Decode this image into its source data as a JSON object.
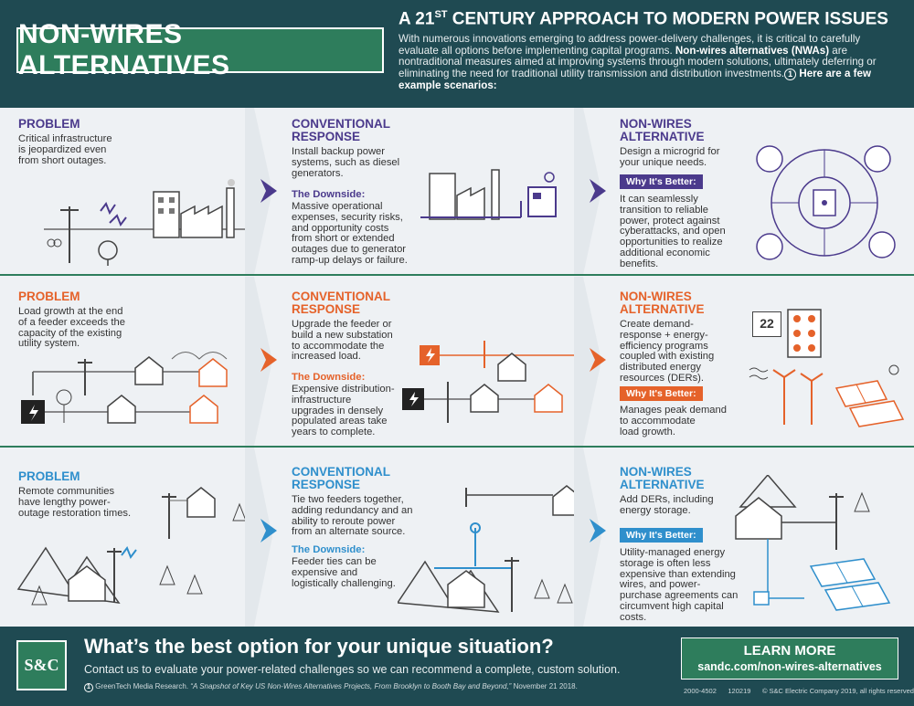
{
  "header": {
    "title": "NON-WIRES ALTERNATIVES",
    "heading_pre": "A 21",
    "heading_sup": "ST",
    "heading_post": " CENTURY APPROACH TO MODERN POWER ISSUES",
    "intro": "With numerous innovations emerging to address power-delivery challenges, it is critical to carefully evaluate all options before implementing capital programs. ",
    "intro_bold": "Non-wires alternatives (NWAs)",
    "intro_rest": " are nontraditional measures aimed at improving systems through modern solutions, ultimately deferring or eliminating the need for traditional utility transmission and distribution investments.",
    "footnote_marker": "1",
    "intro_tail": " Here are a few example scenarios:"
  },
  "colors": {
    "purple": "#4b3a8c",
    "orange": "#e5622a",
    "blue": "#2f8fcc",
    "green": "#2e7d5c",
    "navy": "#1f4a52"
  },
  "rows": [
    {
      "problem_label": "PROBLEM",
      "problem_text_lines": [
        "Critical infrastructure",
        "is jeopardized even",
        "from short outages."
      ],
      "conv_label_1": "CONVENTIONAL",
      "conv_label_2": "RESPONSE",
      "conv_text_lines": [
        "Install backup power",
        "systems, such as diesel",
        "generators."
      ],
      "downside_label": "The Downside:",
      "downside_lines": [
        "Massive operational",
        "expenses, security risks,",
        "and opportunity costs",
        "from short or extended",
        "outages due to generator",
        "ramp-up delays or failure."
      ],
      "nwa_label_1": "NON-WIRES",
      "nwa_label_2": "ALTERNATIVE",
      "nwa_text_lines": [
        "Design a microgrid for",
        "your unique needs."
      ],
      "better_label": "Why It's Better:",
      "better_lines": [
        "It can seamlessly",
        "transition to reliable",
        "power, protect against",
        "cyberattacks, and open",
        "opportunities to realize",
        "additional economic",
        "benefits."
      ]
    },
    {
      "problem_label": "PROBLEM",
      "problem_text_lines": [
        "Load growth at the end",
        "of a feeder exceeds the",
        "capacity of the existing",
        "utility system."
      ],
      "conv_label_1": "CONVENTIONAL",
      "conv_label_2": "RESPONSE",
      "conv_text_lines": [
        "Upgrade the feeder or",
        "build a new substation",
        "to accommodate the",
        "increased load."
      ],
      "downside_label": "The Downside:",
      "downside_lines": [
        "Expensive distribution-",
        "infrastructure",
        "upgrades in densely",
        "populated areas take",
        "years to complete."
      ],
      "nwa_label_1": "NON-WIRES",
      "nwa_label_2": "ALTERNATIVE",
      "nwa_text_lines": [
        "Create demand-",
        "response + energy-",
        "efficiency programs",
        "coupled with existing",
        "distributed energy",
        "resources (DERs)."
      ],
      "better_label": "Why It's Better:",
      "better_lines": [
        "Manages peak demand",
        "to accommodate",
        "load growth."
      ],
      "thermostat_value": "22"
    },
    {
      "problem_label": "PROBLEM",
      "problem_text_lines": [
        "Remote communities",
        "have lengthy power-",
        "outage restoration times."
      ],
      "conv_label_1": "CONVENTIONAL",
      "conv_label_2": "RESPONSE",
      "conv_text_lines": [
        "Tie two feeders together,",
        "adding redundancy and an",
        "ability to reroute power",
        "from an alternate source."
      ],
      "downside_label": "The Downside:",
      "downside_lines": [
        "Feeder ties can be",
        "expensive and",
        "logistically challenging."
      ],
      "nwa_label_1": "NON-WIRES",
      "nwa_label_2": "ALTERNATIVE",
      "nwa_text_lines": [
        "Add DERs, including",
        "energy storage."
      ],
      "better_label": "Why It's Better:",
      "better_lines": [
        "Utility-managed energy",
        "storage is often less",
        "expensive than extending",
        "wires, and power-",
        "purchase agreements can",
        "circumvent high capital",
        "costs."
      ]
    }
  ],
  "footer": {
    "logo_text": "S&C",
    "question": "What’s the best option for your unique situation?",
    "contact": "Contact us to evaluate your power-related challenges so we can recommend a complete, custom solution.",
    "note_marker": "1",
    "note_source": "GreenTech Media Research. ",
    "note_title": "“A Snapshot of Key US Non-Wires Alternatives Projects, From Brooklyn to Booth Bay and Beyond,”",
    "note_date": " November 21 2018.",
    "learn_more": "LEARN MORE",
    "url": "sandc.com/non-wires-alternatives",
    "code1": "2000-4502",
    "code2": "120219",
    "copyright": "© S&C Electric Company 2019, all rights reserved"
  }
}
